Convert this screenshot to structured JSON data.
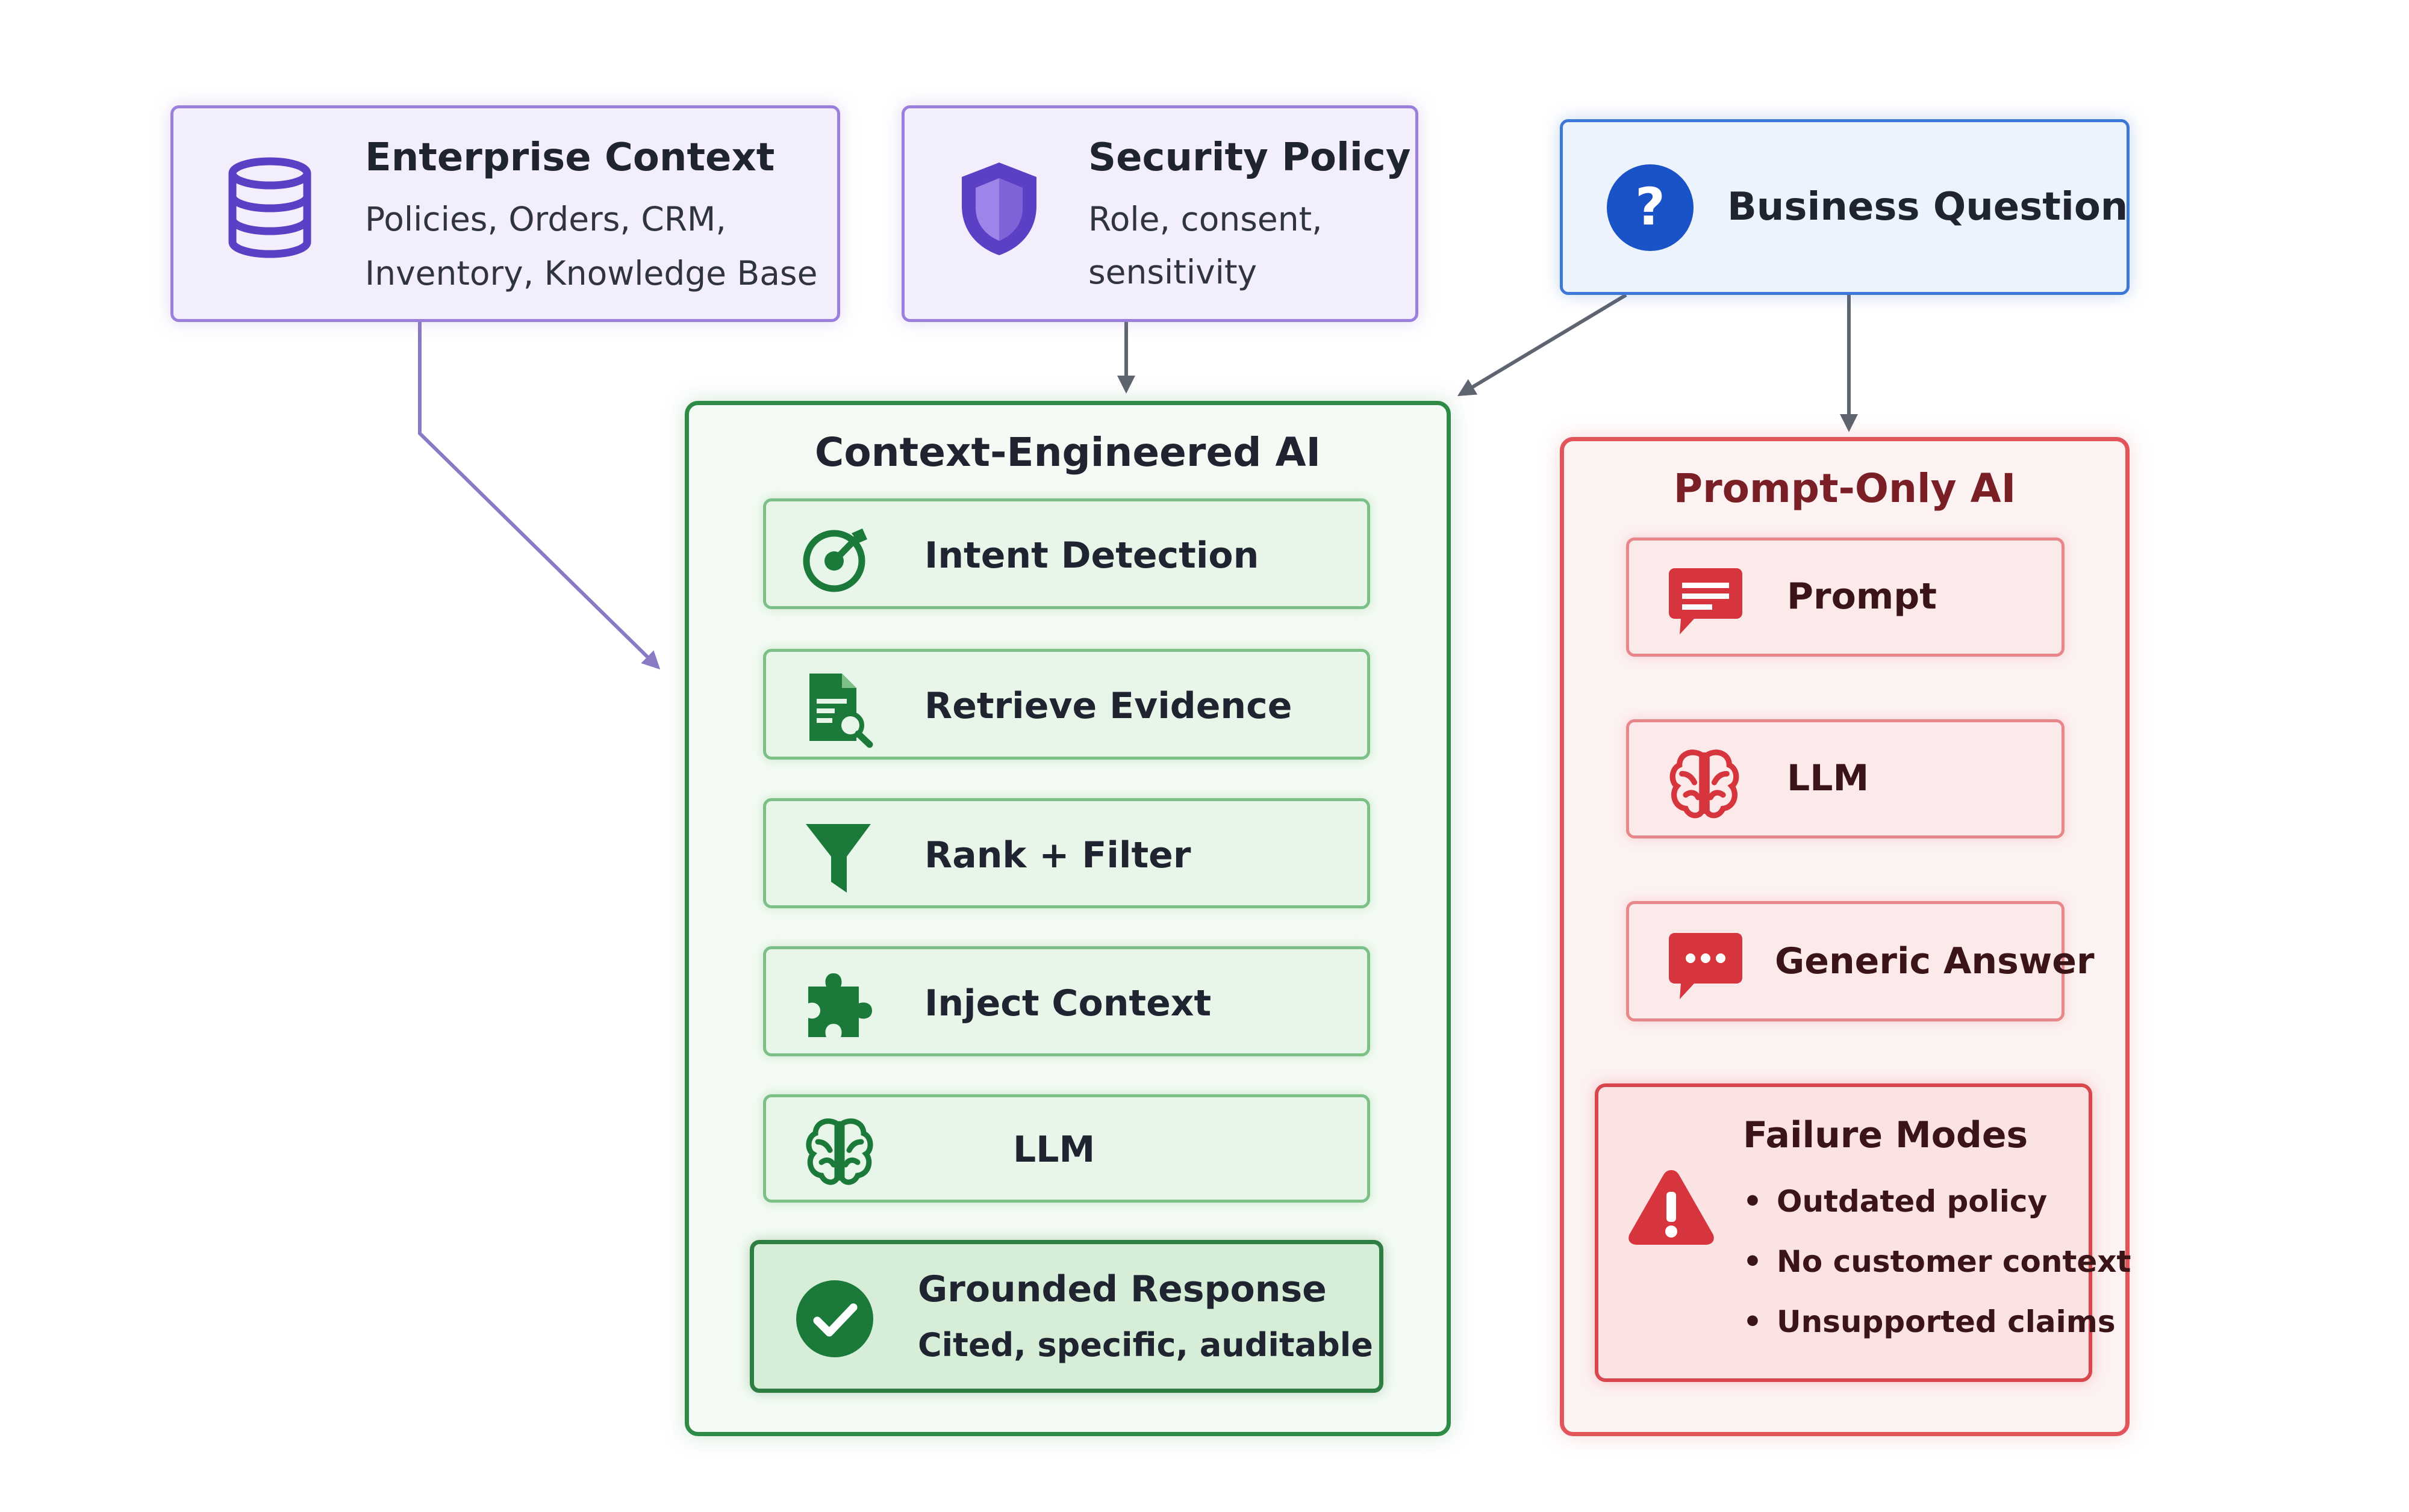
{
  "inputs": {
    "enterprise": {
      "title": "Enterprise Context",
      "line1": "Policies, Orders, CRM,",
      "line2": "Inventory, Knowledge Base"
    },
    "security": {
      "title": "Security Policy",
      "line1": "Role, consent,",
      "line2": "sensitivity"
    },
    "question": {
      "title": "Business Question"
    }
  },
  "context_engineered": {
    "title": "Context-Engineered AI",
    "steps": [
      "Intent Detection",
      "Retrieve Evidence",
      "Rank + Filter",
      "Inject Context",
      "LLM"
    ],
    "result": {
      "title": "Grounded Response",
      "subtitle": "Cited, specific, auditable"
    }
  },
  "prompt_only": {
    "title": "Prompt-Only AI",
    "steps": [
      "Prompt",
      "LLM",
      "Generic Answer"
    ],
    "failure": {
      "title": "Failure Modes",
      "items": [
        "Outdated policy",
        "No customer context",
        "Unsupported claims"
      ]
    }
  },
  "icons": {
    "enterprise": "database-icon",
    "security": "shield-icon",
    "question": "question-circle-icon",
    "intent": "target-icon",
    "retrieve": "document-search-icon",
    "rank": "funnel-icon",
    "inject": "puzzle-icon",
    "llm": "brain-icon",
    "result": "check-circle-icon",
    "prompt": "chat-bubble-icon",
    "generic": "chat-dots-icon",
    "failure": "warning-triangle-icon"
  },
  "colors": {
    "purple": "#5b3fc4",
    "blue": "#1a52c7",
    "green": "#1b7a3a",
    "red": "#d7353d",
    "connector": "#5e6470"
  }
}
